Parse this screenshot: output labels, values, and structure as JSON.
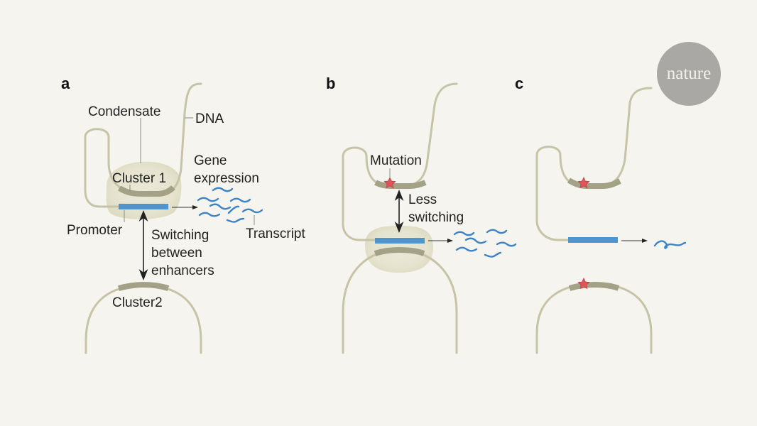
{
  "figure": {
    "logo": {
      "text": "nature"
    },
    "colors": {
      "background": "#f5f4ee",
      "dna": "#c6c3a6",
      "enhancer_cluster": "#a4a286",
      "promoter": "#4f94cf",
      "transcript": "#3c84c6",
      "mutation_star": "#e0545b",
      "condensate": "#e8e6d2"
    },
    "panels": [
      {
        "letter": "a",
        "labels": {
          "condensate": "Condensate",
          "dna": "DNA",
          "cluster1": "Cluster 1",
          "gene_expression_line1": "Gene",
          "gene_expression_line2": "expression",
          "promoter": "Promoter",
          "transcript": "Transcript",
          "switching_line1": "Switching",
          "switching_line2": "between",
          "switching_line3": "enhancers",
          "cluster2": "Cluster2"
        },
        "transcript_count": 8
      },
      {
        "letter": "b",
        "labels": {
          "mutation": "Mutation",
          "less_switching_line1": "Less",
          "less_switching_line2": "switching"
        },
        "transcript_count": 6
      },
      {
        "letter": "c",
        "labels": {},
        "transcript_count": 1
      }
    ]
  }
}
